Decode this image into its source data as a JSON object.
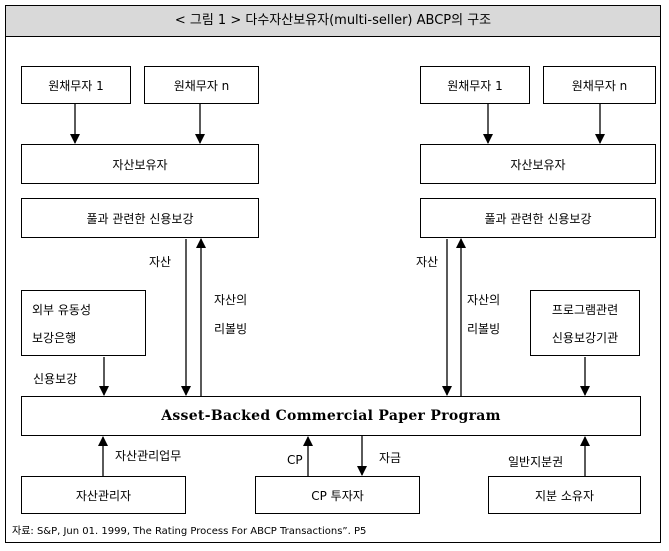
{
  "title": "< 그림 1 > 다수자산보유자(multi-seller) ABCP의 구조",
  "left": {
    "originator_1": "원채무자 1",
    "originator_n": "원채무자 n",
    "seller": "자산보유자",
    "pool_credit": "풀과 관련한 신용보강",
    "label_asset": "자산",
    "label_revolving_1": "자산의",
    "label_revolving_2": "리볼빙",
    "liquidity_line1": "외부 유동성",
    "liquidity_line2": "보강은행",
    "label_credit": "신용보강"
  },
  "right": {
    "originator_1": "원채무자 1",
    "originator_n": "원채무자 n",
    "seller": "자산보유자",
    "pool_credit": "풀과 관련한 신용보강",
    "label_asset": "자산",
    "label_revolving_1": "자산의",
    "label_revolving_2": "리볼빙",
    "program_credit_line1": "프로그램관련",
    "program_credit_line2": "신용보강기관"
  },
  "program": "Asset-Backed Commercial Paper Program",
  "bottom": {
    "admin": "자산관리자",
    "label_admin": "자산관리업무",
    "investor": "CP 투자자",
    "label_cp": "CP",
    "label_fund": "자금",
    "equity": "지분 소유자",
    "label_equity": "일반지분권"
  },
  "source": "자료: S&P, Jun 01. 1999, The Rating Process For ABCP Transactions”. P5"
}
